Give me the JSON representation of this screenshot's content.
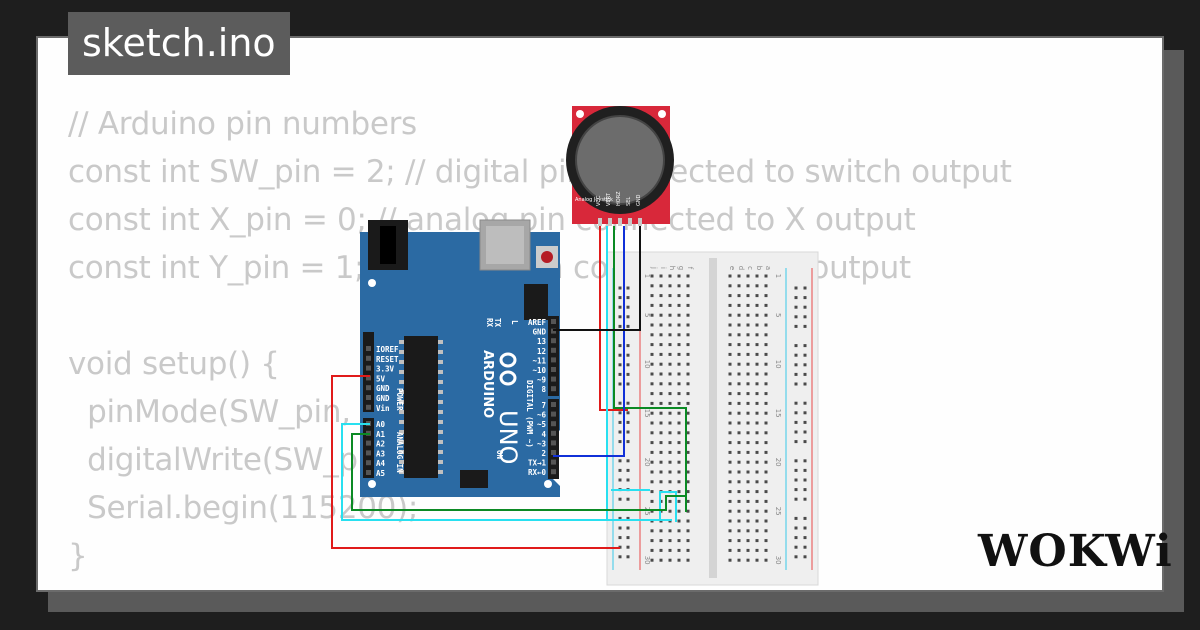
{
  "title": "sketch.ino",
  "code_lines": [
    "// Arduino pin numbers",
    "const int SW_pin = 2; // digital pin connected to switch output",
    "const int X_pin = 0; // analog pin connected to X output",
    "const int Y_pin = 1; // analog pin connected to Y output",
    "",
    "void setup() {",
    "  pinMode(SW_pin, INPUT);",
    "  digitalWrite(SW_pin, HIGH);",
    "  Serial.begin(115200);",
    "}"
  ],
  "board": {
    "brand": "ARDUINO",
    "model": "UNO",
    "power_label": "POWER",
    "analog_label": "ANALOG IN",
    "digital_label": "DIGITAL (PWM ~)",
    "on_label": "ON",
    "l_label": "L",
    "tx_label": "TX",
    "rx_label": "RX",
    "power_pins": [
      "IOREF",
      "RESET",
      "3.3V",
      "5V",
      "GND",
      "GND",
      "Vin"
    ],
    "analog_pins": [
      "A0",
      "A1",
      "A2",
      "A3",
      "A4",
      "A5"
    ],
    "digital_pins_top": [
      "AREF",
      "GND",
      "13",
      "12",
      "~11",
      "~10",
      "~9",
      "8"
    ],
    "digital_pins_bottom": [
      "7",
      "~6",
      "~5",
      "4",
      "~3",
      "2",
      "TX→1",
      "RX←0"
    ]
  },
  "joystick": {
    "label": "Analog Joystick",
    "pins": [
      "VCC",
      "VERT",
      "HORZ",
      "SEL",
      "GND"
    ]
  },
  "breadboard": {
    "letters": [
      "j",
      "i",
      "h",
      "g",
      "f",
      "e",
      "d",
      "c",
      "b",
      "a"
    ],
    "row_numbers": [
      "1",
      "5",
      "10",
      "15",
      "20",
      "25",
      "30"
    ]
  },
  "logo": "WOKWi",
  "colors": {
    "background": "#1e1e1e",
    "card": "#fefefe",
    "code_text": "#c9c9c9",
    "arduino_board": "#2b6aa3",
    "joystick_pcb": "#d8283a",
    "wire_red": "#e01a1a",
    "wire_black": "#111111",
    "wire_blue": "#1030d8",
    "wire_green": "#0b8a24",
    "wire_cyan": "#28e0f0"
  }
}
